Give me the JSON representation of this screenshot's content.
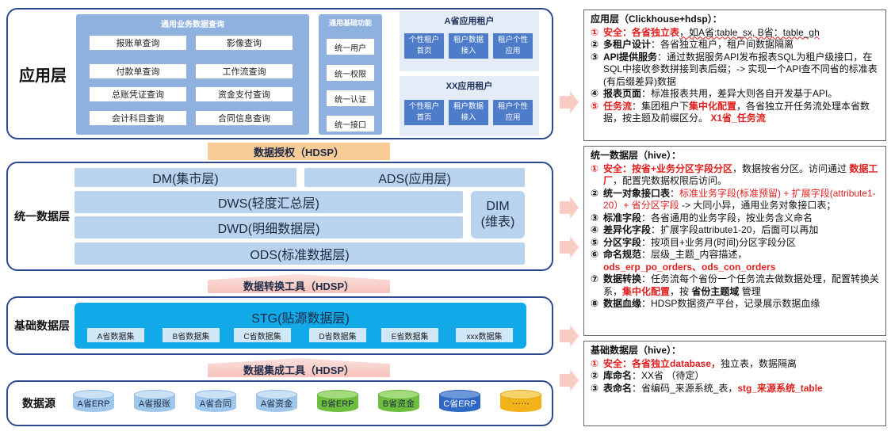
{
  "application_layer": {
    "label": "应用层",
    "query_panel": {
      "title": "通用业务数据查询",
      "items": [
        "报账单查询",
        "影像查询",
        "付款单查询",
        "工作流查询",
        "总账凭证查询",
        "资金支付查询",
        "会计科目查询",
        "合同信息查询"
      ]
    },
    "basic_panel": {
      "title": "通用基础功能",
      "items": [
        "统一用户",
        "统一权限",
        "统一认证",
        "统一接口"
      ]
    },
    "tenant_a": {
      "title": "A省应用租户",
      "cells": [
        "个性租户首页",
        "租户数据接入",
        "租户个性应用"
      ]
    },
    "tenant_xx": {
      "title": "XX应用租户",
      "cells": [
        "个性租户首页",
        "租户数据接入",
        "租户个性应用"
      ]
    }
  },
  "tools": {
    "auth": "数据授权（HDSP）",
    "transform": "数据转换工具（HDSP）",
    "integration": "数据集成工具（HDSP）"
  },
  "unified_layer": {
    "label": "统一数据层",
    "dm": "DM(集市层)",
    "ads": "ADS(应用层)",
    "dws": "DWS(轻度汇总层)",
    "dwd": "DWD(明细数据层)",
    "ods": "ODS(标准数据层)",
    "dim_line1": "DIM",
    "dim_line2": "(维表)"
  },
  "basic_layer": {
    "label": "基础数据层",
    "stg": "STG(贴源数据层)",
    "datasets": [
      "A省数据集",
      "B省数据集",
      "C省数据集",
      "D省数据集",
      "E省数据集",
      "xxx数据集"
    ]
  },
  "source_layer": {
    "label": "数据源",
    "sources": [
      "A省ERP",
      "A省报账",
      "A省合同",
      "A省资金",
      "B省ERP",
      "B省资金",
      "C省ERP",
      "……"
    ]
  },
  "notes": {
    "app": {
      "title": "应用层（Clickhouse+hdsp）：",
      "items": [
        {
          "num": "①",
          "label": "安全：各省独立表",
          "text": "，如A省:table_sx, B省：table_gh"
        },
        {
          "num": "②",
          "label": "多租户设计",
          "text": "：各省独立租户，租户间数据隔离"
        },
        {
          "num": "③",
          "label": "API提供服务",
          "text": "：通过数据服务API发布报表SQL为租户级接口，在SQL中接收参数拼接到表后缀；-> 实现一个API查不同省的标准表(有后缀差异)数据"
        },
        {
          "num": "④",
          "label": "报表页面",
          "text": "：标准报表共用，差异大则各自开发基于API。"
        },
        {
          "num": "⑤",
          "label": "任务流",
          "text_a": "：集团租户下",
          "text_red": "集中化配置",
          "text_b": "，各省独立开任务流处理本省数据，按主题及前缀区分。",
          "tail": "X1省_任务流"
        }
      ]
    },
    "unified": {
      "title": "统一数据层（hive）：",
      "items": [
        {
          "num": "①",
          "label": "安全：按省+业务分区字段分区",
          "text_a": "，数据按省分区。访问通过 ",
          "text_red": "数据工厂",
          "text_b": "，配置完数据权限后访问。"
        },
        {
          "num": "②",
          "label": "统一对象接口表",
          "text_a": "：",
          "text_red": "标准业务字段(标准预留) + 扩展字段(attribute1-20）+ 省分区字段",
          "text_b": " -> 大同小异，通用业务对象接口表；"
        },
        {
          "num": "③",
          "label": "标准字段",
          "text": "：各省通用的业务字段，按业务含义命名"
        },
        {
          "num": "④",
          "label": "差异化字段",
          "text": "：扩展字段attribute1-20，后面可以再加"
        },
        {
          "num": "⑤",
          "label": "分区字段",
          "text": "：按项目+业务月(时间)分区字段分区"
        },
        {
          "num": "⑥",
          "label": "命名规范",
          "text": "：层级_主题_内容描述，",
          "line2": "ods_erp_po_orders、ods_con_orders"
        },
        {
          "num": "⑦",
          "label": "数据转换",
          "text_a": "：任务流每个省份一个任务流去做数据处理，配置转换关系，",
          "text_red": "集中化配置",
          "text_b": "，按 ",
          "text_bold": "省份主题域",
          "text_c": " 管理"
        },
        {
          "num": "⑧",
          "label": "数据血缘",
          "text": "：HDSP数据资产平台，记录展示数据血缘"
        }
      ]
    },
    "basic": {
      "title": "基础数据层（hive）：",
      "items": [
        {
          "num": "①",
          "label": "安全：各省独立database，",
          "text": "独立表，数据隔离"
        },
        {
          "num": "②",
          "label": "库命名",
          "text": "：XX省 （待定）"
        },
        {
          "num": "③",
          "label": "表命名",
          "text": "：省编码_来源系统_表，",
          "tail": "stg_来源系统_table"
        }
      ]
    }
  }
}
